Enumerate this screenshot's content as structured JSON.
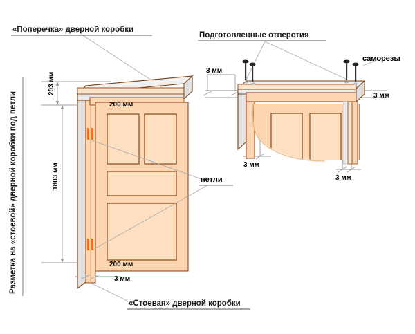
{
  "diagram": {
    "title_vertical": "Разметка на «стоевой» дверной коробки под петли",
    "labels": {
      "crossbar": "«Поперечка» дверной коробки",
      "prepared_holes": "Подготовленные отверстия",
      "screws": "саморезы",
      "hinges": "петли",
      "stile": "«Стоевая» дверной коробки"
    },
    "dimensions": {
      "top_offset_frame": "203 мм",
      "top_offset_door": "200 мм",
      "total_height": "1803 мм",
      "bottom_offset_door": "200 мм",
      "gap_bottom_left": "3 мм",
      "gap_top_right_left": "3 мм",
      "gap_top_right_right": "3 мм",
      "gap_lower_left": "3 мм",
      "gap_lower_right": "3 мм"
    },
    "colors": {
      "wood_fill": "#FBD6B0",
      "wood_fill_light": "#FDE6CE",
      "wood_edge": "#A0522D",
      "wood_dark_edge": "#7B3F10",
      "grey_fill": "#E0E0E0",
      "grey_fill_light": "#F0F0F0",
      "hinge_orange": "#FF6A13",
      "dim_line": "#999999",
      "leader_line": "#AAAAAA",
      "text": "#000000"
    }
  }
}
